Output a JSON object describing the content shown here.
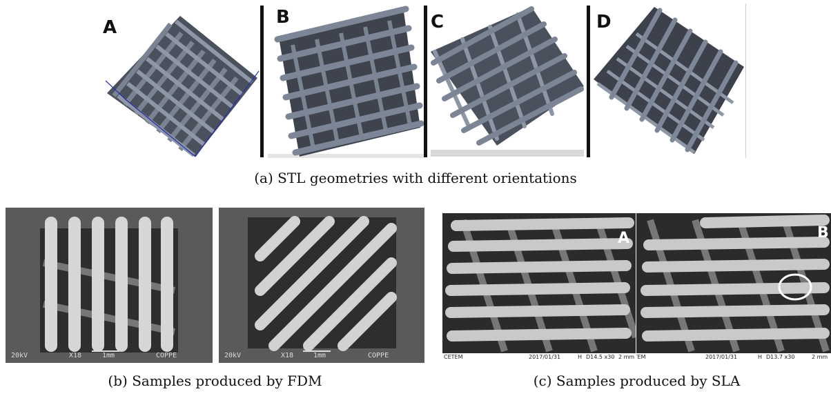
{
  "figure_a": {
    "panels": [
      {
        "label": "A",
        "orientation": "square grid"
      },
      {
        "label": "B",
        "orientation": "horizontal struts"
      },
      {
        "label": "C",
        "orientation": "diagonal struts"
      },
      {
        "label": "D",
        "orientation": "diagonal struts"
      }
    ],
    "caption": "(a) STL geometries with different orientations"
  },
  "figure_b": {
    "images": [
      {
        "kv": "20kV",
        "mag": "X18",
        "scale": "1mm",
        "lab": "COPPE"
      },
      {
        "kv": "20kV",
        "mag": "X18",
        "scale": "1mm",
        "lab": "COPPE"
      }
    ],
    "caption": "(b) Samples produced by FDM"
  },
  "figure_c": {
    "images": [
      {
        "label": "A",
        "lab": "CETEM",
        "date": "2017/01/31",
        "mode": "H",
        "info": "D14.5 x30",
        "scale": "2 mm"
      },
      {
        "label": "B",
        "lab": "CETEM",
        "date": "2017/01/31",
        "mode": "H",
        "info": "D13.7 x30",
        "scale": "2 mm"
      }
    ],
    "caption": "(c) Samples produced by SLA"
  },
  "colors": {
    "cad": "#6d7686",
    "cad_dark": "#3d4350",
    "sem_bg": "#5a5a5a",
    "strut": "#c9c9c9"
  }
}
